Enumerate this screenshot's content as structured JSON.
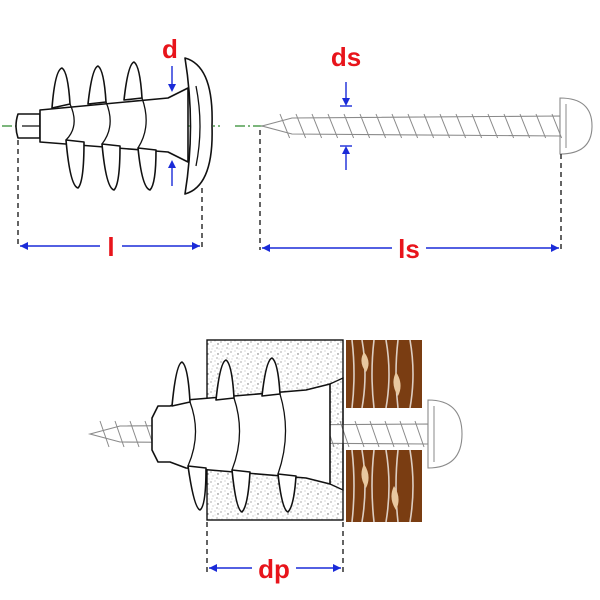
{
  "labels": {
    "d": "d",
    "ds": "ds",
    "l": "l",
    "ls": "ls",
    "dp": "dp"
  },
  "colors": {
    "label": "#e8141b",
    "dimension_line": "#1a2bd8",
    "axis_line": "#2e8b2e",
    "outline": "#111111",
    "screw": "#8a8a8a",
    "plaster": "#9a9a9a",
    "wood": "#7a3d12"
  }
}
